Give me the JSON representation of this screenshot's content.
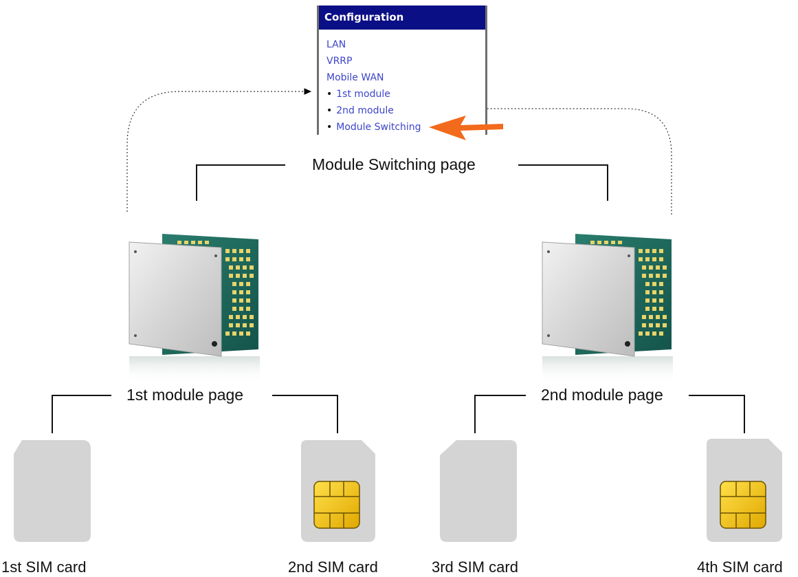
{
  "menu": {
    "header": "Configuration",
    "items": [
      {
        "label": "LAN",
        "bullet": false
      },
      {
        "label": "VRRP",
        "bullet": false
      },
      {
        "label": "Mobile WAN",
        "bullet": false
      },
      {
        "label": "1st module",
        "bullet": true
      },
      {
        "label": "2nd module",
        "bullet": true
      },
      {
        "label": "Module Switching",
        "bullet": true
      }
    ]
  },
  "labels": {
    "module_switching_page": "Module Switching page",
    "module1_page": "1st module page",
    "module2_page": "2nd module page"
  },
  "sim_cards": {
    "sim1": "1st SIM card",
    "sim2": "2nd SIM card",
    "sim3": "3rd SIM card",
    "sim4": "4th SIM card"
  },
  "colors": {
    "menu_header": "#0b0f86",
    "menu_link": "#3d45c9",
    "highlight_arrow": "#f26a1b",
    "sim_body": "#d4d4d4",
    "chip_gold": "#f2c400",
    "module_pcb": "#1f6b5e",
    "module_shield": "#d9d9d9"
  }
}
